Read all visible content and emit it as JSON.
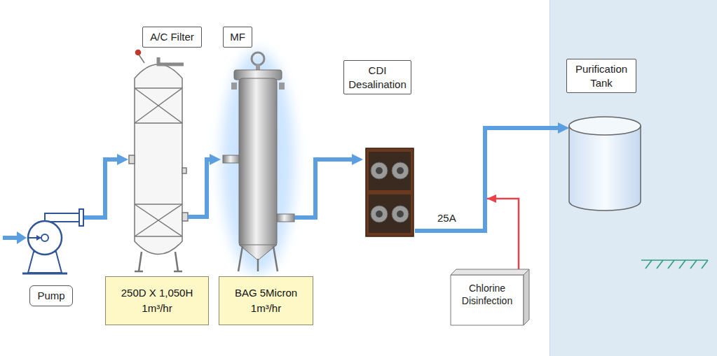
{
  "diagram": {
    "nodes": [
      {
        "text": [
          "Pump"
        ]
      },
      {
        "text": [
          "A/C Filter"
        ]
      },
      {
        "text": [
          "250D X 1,050H 1m³/hr"
        ]
      },
      {
        "text": [
          "MF"
        ]
      },
      {
        "text": [
          "BAG 5Micron 1m³/hr"
        ]
      },
      {
        "text": [
          "CDI Desalination"
        ]
      },
      {
        "text": [
          "Purification Tank"
        ]
      },
      {
        "text": [
          "Chlorine Disinfection"
        ]
      }
    ],
    "edges": [
      {
        "from": 0,
        "to": 1,
        "arrow": "to"
      },
      {
        "from": 1,
        "to": 3,
        "arrow": "to"
      },
      {
        "from": 3,
        "to": 5,
        "arrow": "to"
      },
      {
        "from": 5,
        "to": 6,
        "arrow": "to"
      },
      {
        "from": 7,
        "to": 6,
        "arrow": "to"
      }
    ],
    "labels": [
      "25A"
    ]
  }
}
